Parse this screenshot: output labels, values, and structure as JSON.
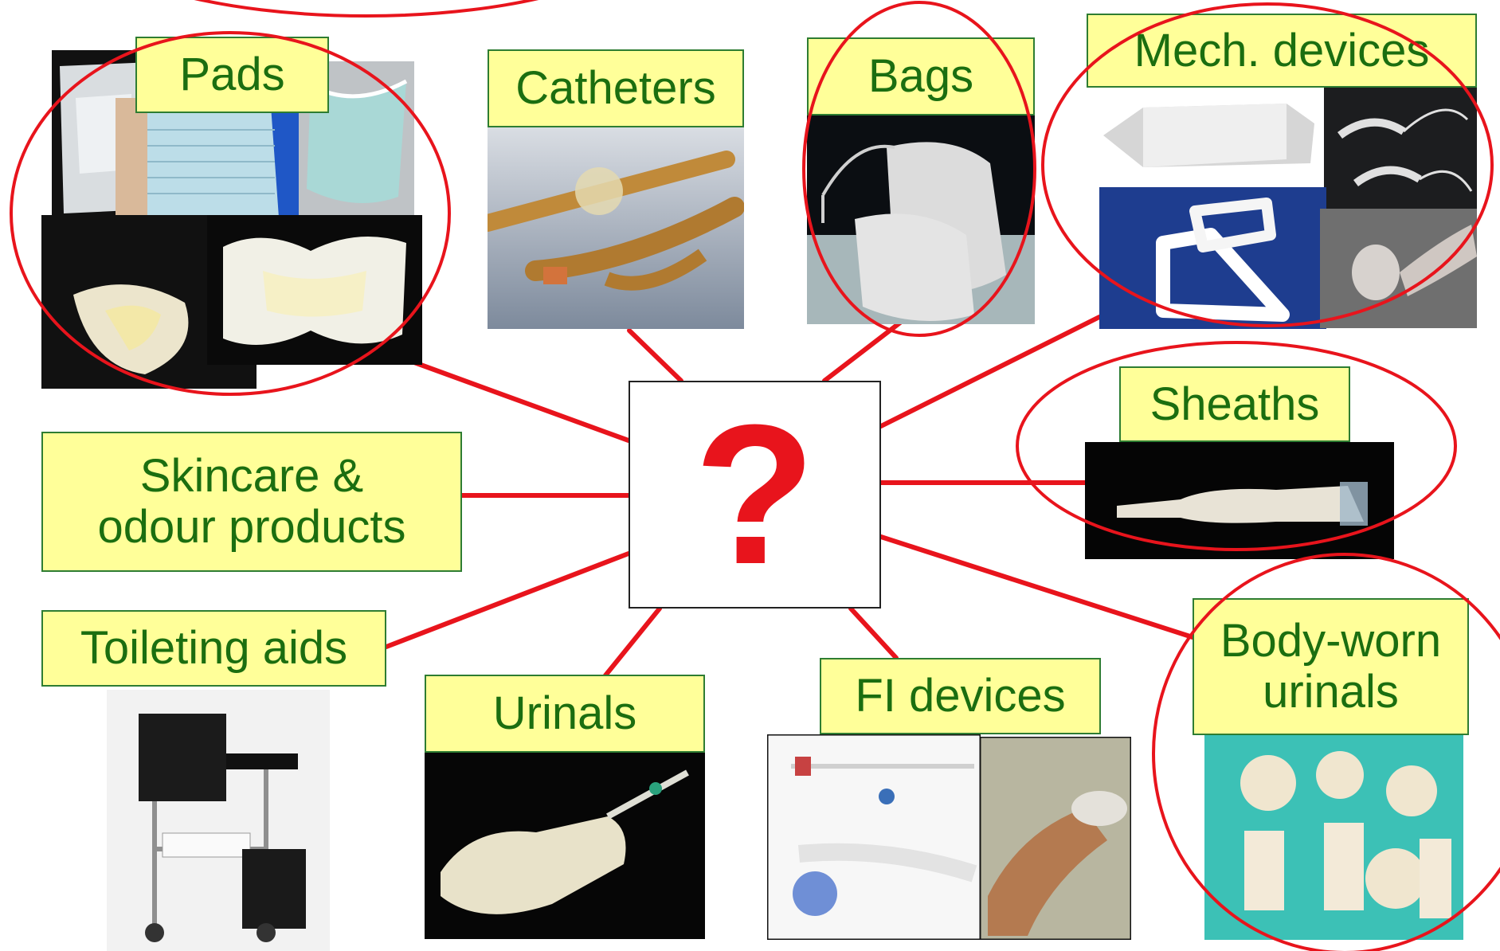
{
  "center": {
    "symbol": "?"
  },
  "categories": {
    "pads": "Pads",
    "catheters": "Catheters",
    "bags": "Bags",
    "mech_devices": "Mech. devices",
    "sheaths": "Sheaths",
    "skincare_line1": "Skincare &",
    "skincare_line2": "odour products",
    "toileting": "Toileting aids",
    "urinals": "Urinals",
    "fi_devices": "FI devices",
    "body_worn_line1": "Body-worn",
    "body_worn_line2": "urinals"
  },
  "circled": [
    "Pads",
    "Bags",
    "Mech. devices",
    "Sheaths",
    "Body-worn urinals"
  ],
  "colors": {
    "label_fill": "#ffff99",
    "label_text": "#1b6e10",
    "connector": "#e8141c",
    "question_mark": "#e8141c"
  }
}
